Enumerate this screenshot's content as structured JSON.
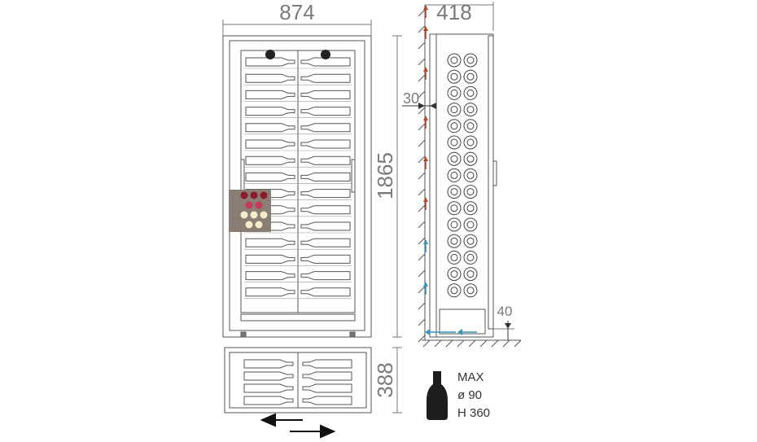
{
  "dimensions": {
    "width": "874",
    "depth": "418",
    "height": "1865",
    "drawer_height": "388",
    "rear_gap": "30",
    "floor_clearance": "40"
  },
  "bottle_spec": {
    "max_label": "MAX",
    "diameter": "ø 90",
    "height": "H 360"
  },
  "colors": {
    "line": "#555555",
    "dim_text": "#7a7a7a",
    "hot_arrow": "#b5462f",
    "cold_arrow": "#3a96b8",
    "logo_bg": "#8a7d74",
    "logo_accent": "#8b1c2c"
  },
  "icons": [
    "bottle-icon",
    "wine-logo-icon",
    "slide-arrows-icon",
    "vent-arrow-icon"
  ]
}
